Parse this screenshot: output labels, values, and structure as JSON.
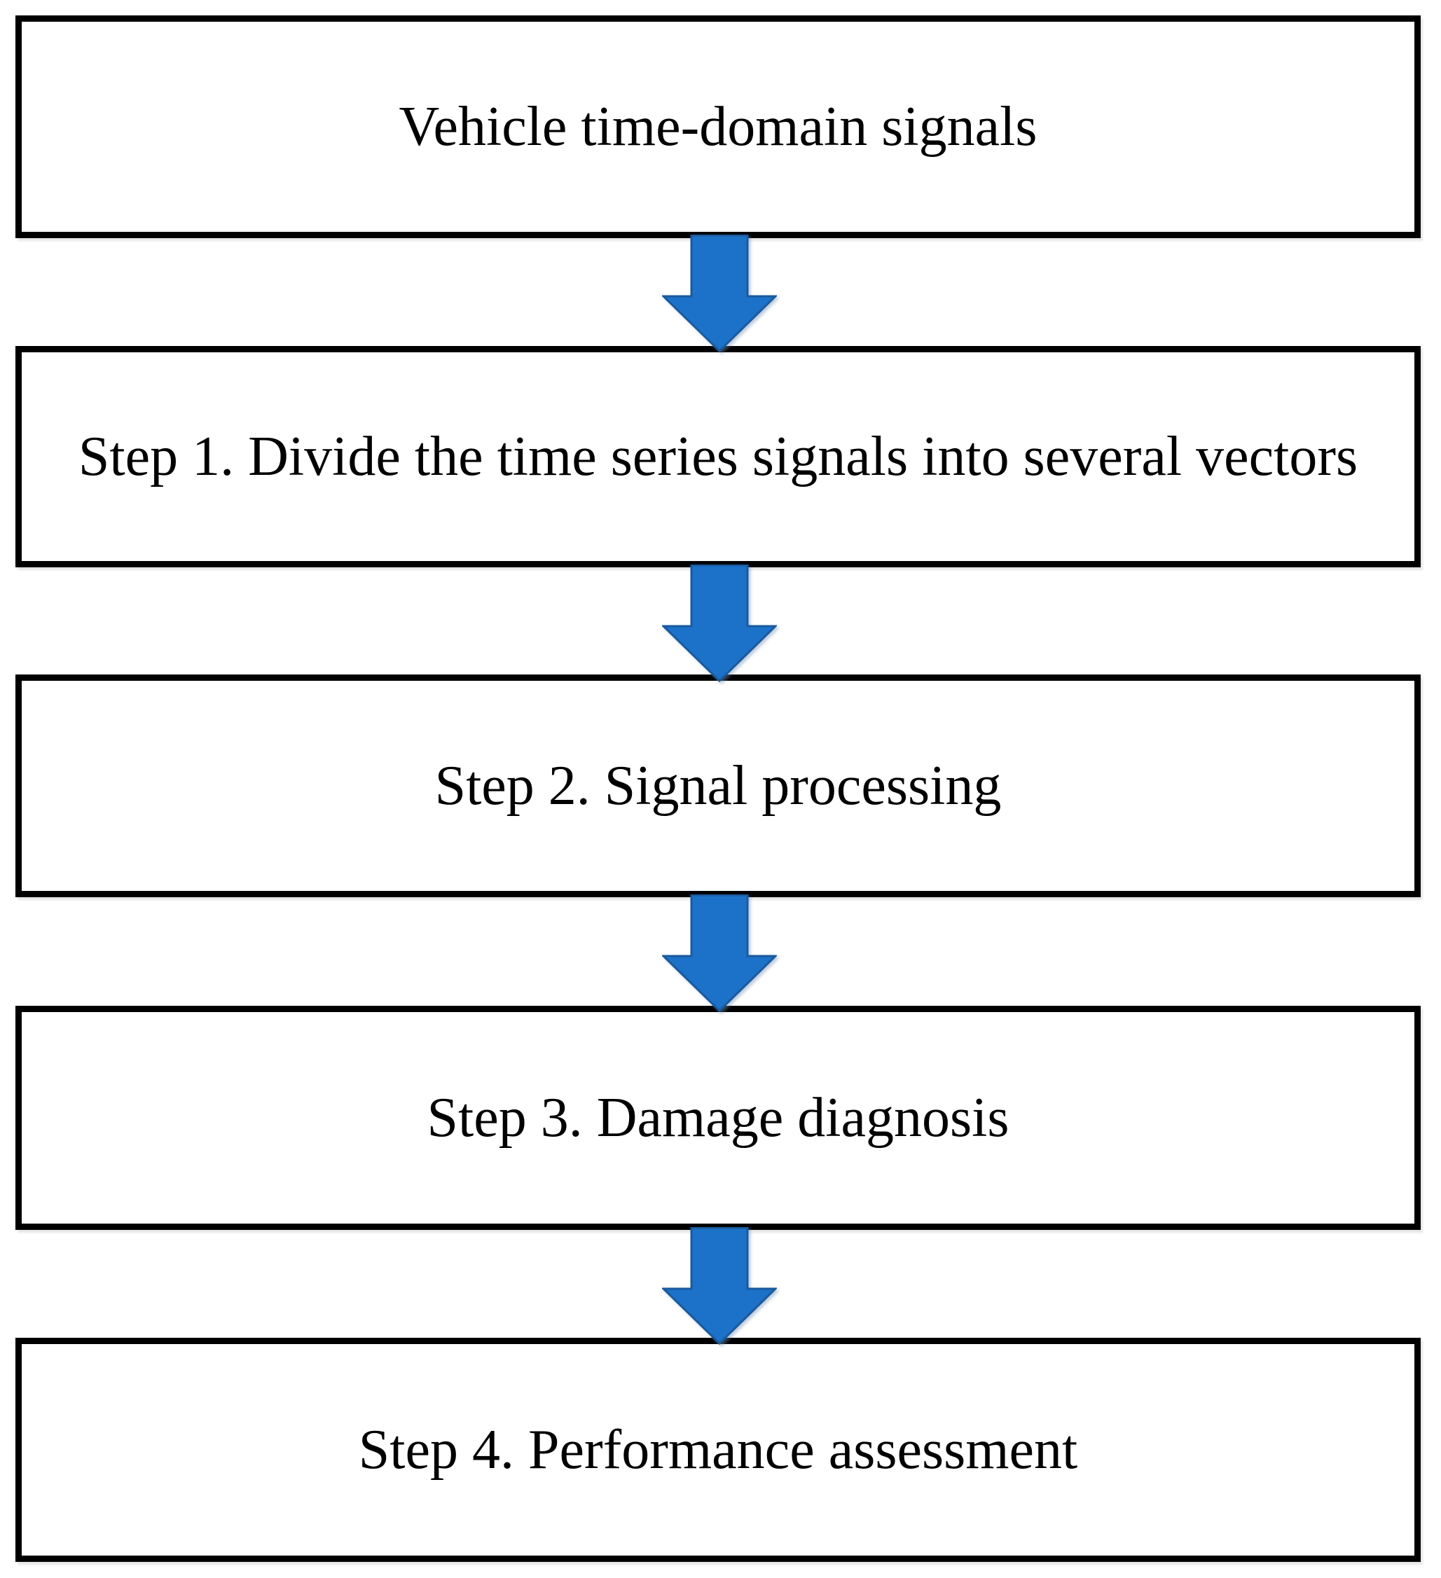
{
  "diagram": {
    "type": "flowchart",
    "direction": "top-down",
    "nodes": [
      {
        "id": "vehicle-signals",
        "label": "Vehicle time-domain signals"
      },
      {
        "id": "step-1",
        "label": "Step 1. Divide the time series signals into several vectors"
      },
      {
        "id": "step-2",
        "label": "Step 2. Signal processing"
      },
      {
        "id": "step-3",
        "label": "Step 3. Damage diagnosis"
      },
      {
        "id": "step-4",
        "label": "Step 4. Performance assessment"
      }
    ],
    "edges": [
      {
        "from": "vehicle-signals",
        "to": "step-1"
      },
      {
        "from": "step-1",
        "to": "step-2"
      },
      {
        "from": "step-2",
        "to": "step-3"
      },
      {
        "from": "step-3",
        "to": "step-4"
      }
    ],
    "colors": {
      "background": "#ffffff",
      "box_fill": "#ffffff",
      "box_border": "#000000",
      "text": "#000000",
      "arrow_fill": "#1c72c8",
      "arrow_stroke": "#1a5a9e"
    }
  }
}
